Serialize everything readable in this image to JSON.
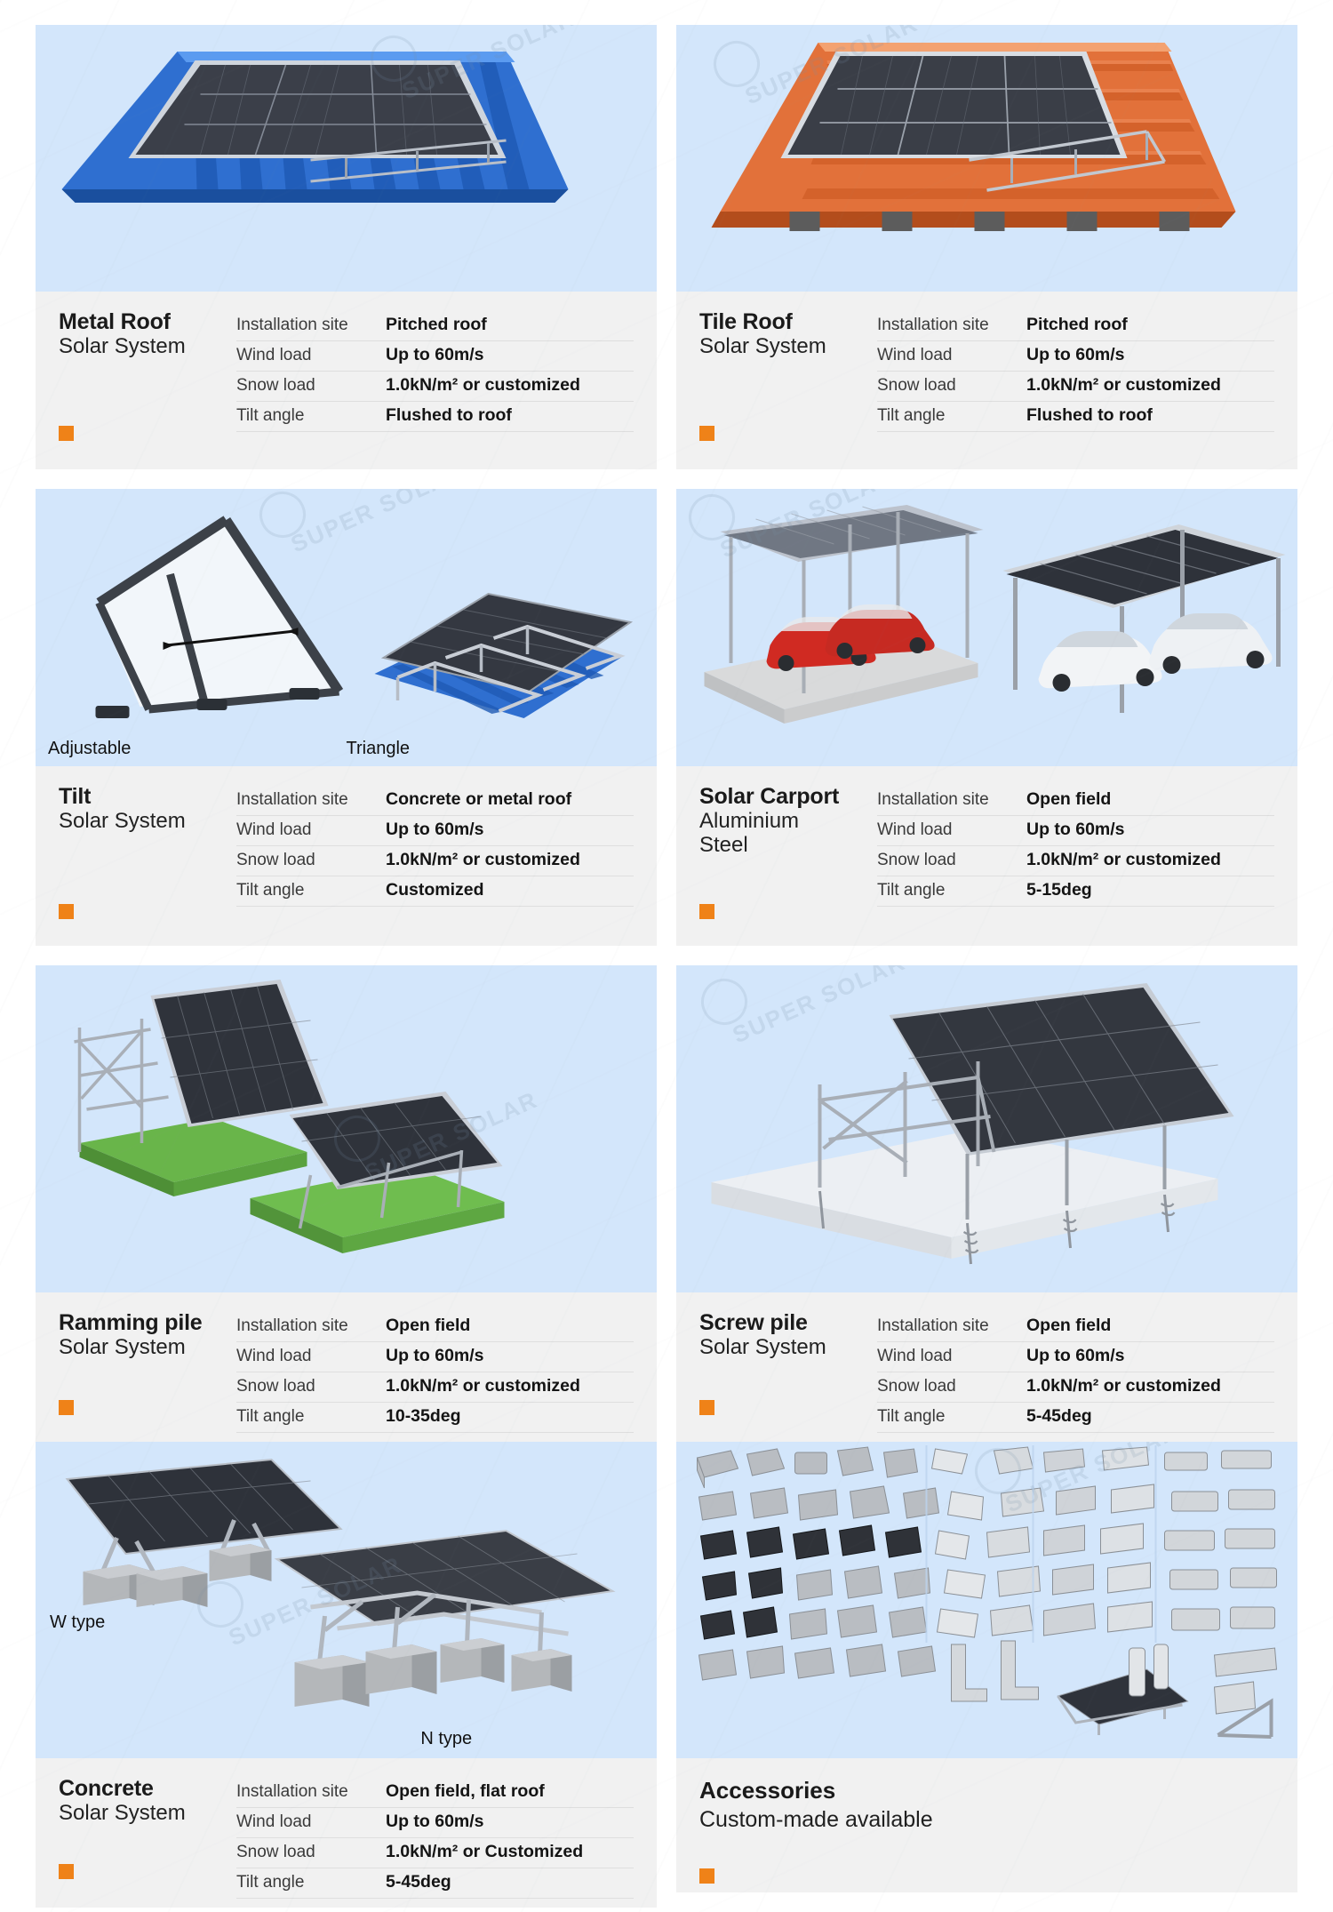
{
  "brand": {
    "watermark": "SUPER SOLAR",
    "accent_color": "#ef8218",
    "panel_bg": "#d3e6fb",
    "spec_bg": "#f1f1f1"
  },
  "spec_labels": {
    "installation_site": "Installation site",
    "wind_load": "Wind load",
    "snow_load": "Snow load",
    "tilt_angle": "Tilt angle"
  },
  "products": [
    {
      "title": "Metal Roof",
      "subtitle": "Solar System",
      "specs": [
        {
          "label": "Installation site",
          "value": "Pitched roof"
        },
        {
          "label": "Wind load",
          "value": "Up to 60m/s"
        },
        {
          "label": "Snow load",
          "value": "1.0kN/m² or customized"
        },
        {
          "label": "Tilt angle",
          "value": "Flushed to roof"
        }
      ],
      "captions": []
    },
    {
      "title": "Tile Roof",
      "subtitle": "Solar System",
      "specs": [
        {
          "label": "Installation site",
          "value": "Pitched roof"
        },
        {
          "label": "Wind load",
          "value": "Up to 60m/s"
        },
        {
          "label": "Snow load",
          "value": "1.0kN/m² or customized"
        },
        {
          "label": "Tilt angle",
          "value": "Flushed to roof"
        }
      ],
      "captions": []
    },
    {
      "title": "Tilt",
      "subtitle": "Solar System",
      "specs": [
        {
          "label": "Installation site",
          "value": "Concrete or metal roof"
        },
        {
          "label": "Wind load",
          "value": "Up to 60m/s"
        },
        {
          "label": "Snow load",
          "value": "1.0kN/m² or customized"
        },
        {
          "label": "Tilt angle",
          "value": "Customized"
        }
      ],
      "captions": [
        "Adjustable",
        "Triangle"
      ]
    },
    {
      "title": "Solar Carport",
      "subtitle": "Aluminium",
      "subtitle2": "Steel",
      "specs": [
        {
          "label": "Installation site",
          "value": "Open field"
        },
        {
          "label": "Wind load",
          "value": "Up to 60m/s"
        },
        {
          "label": "Snow load",
          "value": "1.0kN/m² or customized"
        },
        {
          "label": "Tilt angle",
          "value": "5-15deg"
        }
      ],
      "captions": []
    },
    {
      "title": "Ramming pile",
      "subtitle": "Solar System",
      "specs": [
        {
          "label": "Installation site",
          "value": "Open field"
        },
        {
          "label": "Wind load",
          "value": "Up to 60m/s"
        },
        {
          "label": "Snow load",
          "value": "1.0kN/m² or customized"
        },
        {
          "label": "Tilt angle",
          "value": "10-35deg"
        }
      ],
      "captions": []
    },
    {
      "title": "Screw pile",
      "subtitle": "Solar System",
      "specs": [
        {
          "label": "Installation site",
          "value": "Open field"
        },
        {
          "label": "Wind load",
          "value": "Up to 60m/s"
        },
        {
          "label": "Snow load",
          "value": "1.0kN/m² or customized"
        },
        {
          "label": "Tilt angle",
          "value": "5-45deg"
        }
      ],
      "captions": []
    },
    {
      "title": "Concrete",
      "subtitle": "Solar System",
      "specs": [
        {
          "label": "Installation site",
          "value": "Open field, flat roof"
        },
        {
          "label": "Wind load",
          "value": "Up to 60m/s"
        },
        {
          "label": "Snow load",
          "value": "1.0kN/m² or Customized"
        },
        {
          "label": "Tilt angle",
          "value": "5-45deg"
        }
      ],
      "captions": [
        "W type",
        "N type"
      ]
    },
    {
      "title": "Accessories",
      "subtitle": "Custom-made available",
      "specs": [],
      "captions": []
    }
  ]
}
